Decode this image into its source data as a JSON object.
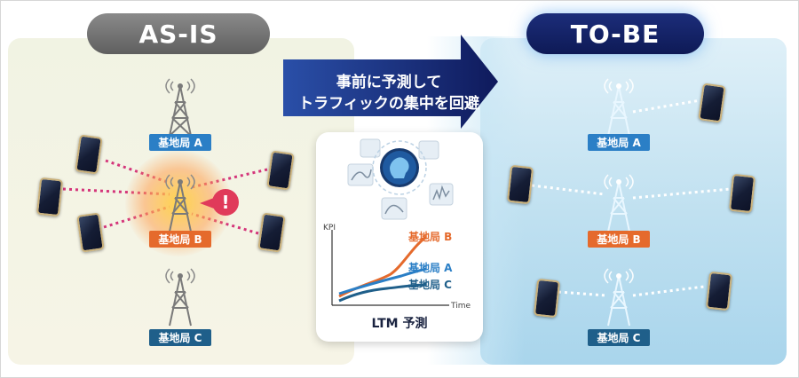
{
  "header": {
    "asis_label": "AS-IS",
    "tobe_label": "TO-BE"
  },
  "arrow": {
    "line1": "事前に予測して",
    "line2": "トラフィックの集中を回避"
  },
  "stations": {
    "a": "基地局 A",
    "b": "基地局 B",
    "c": "基地局 C"
  },
  "warning_symbol": "!",
  "ltm": {
    "title": "LTM 予測",
    "y_axis": "KPI",
    "x_axis": "Time",
    "series_b": "基地局 B",
    "series_a": "基地局 A",
    "series_c": "基地局 C"
  },
  "colors": {
    "asis_pill": "#6e6e6e",
    "tobe_pill": "#14226a",
    "station_a": "#2b7fc6",
    "station_b": "#e56a2c",
    "station_c": "#1f5f8a",
    "alert": "#e03a5a",
    "arrow": "#14206a"
  },
  "icons": [
    "cell-tower-icon",
    "smartphone-icon",
    "warning-icon",
    "ai-brain-icon",
    "chart-icon"
  ]
}
